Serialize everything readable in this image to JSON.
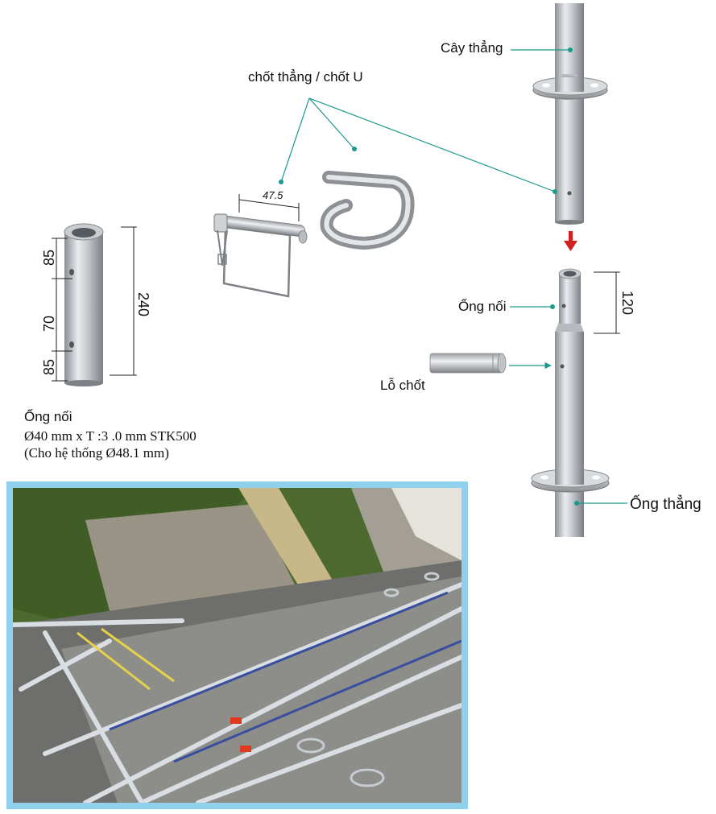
{
  "labels": {
    "upright": "Cây thẳng",
    "pins": "chốt thẳng / chốt U",
    "connector": "Ống nối",
    "pin_hole": "Lỗ chốt",
    "standard": "Ống thẳng"
  },
  "dimensions": {
    "pin_width": "47.5",
    "seg_top": "85",
    "seg_mid": "70",
    "seg_bottom": "85",
    "total_length": "240",
    "insert_length": "120"
  },
  "spec": {
    "title": "Ống nối",
    "line1": "Ø40 mm x T :3 .0 mm STK500",
    "line2": "(Cho hệ thống Ø48.1 mm)"
  },
  "colors": {
    "leader": "#1a9a8c",
    "arrow": "#d21f1f",
    "frame": "#8fd0ec"
  }
}
